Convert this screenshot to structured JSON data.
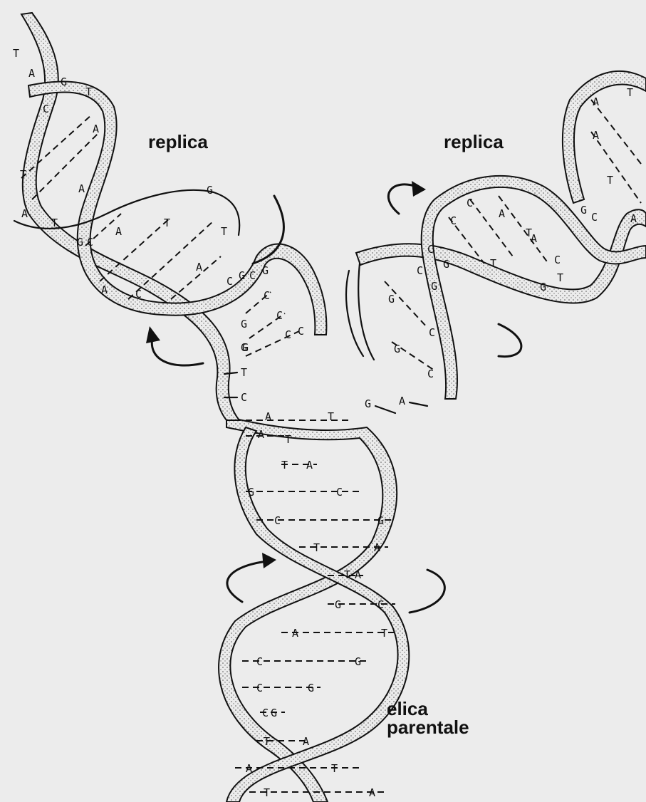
{
  "labels": {
    "replica_left": "replica",
    "replica_right": "replica",
    "parent_line1": "elica",
    "parent_line2": "parentale"
  },
  "bases": {
    "left_top": [
      "T",
      "A",
      "G",
      "C",
      "T",
      "A",
      "T",
      "A",
      "A",
      "T",
      "G",
      "C"
    ],
    "left_mid": [
      "A",
      "T",
      "G",
      "C",
      "A",
      "T",
      "A",
      "C",
      "G",
      "C",
      "G",
      "C"
    ],
    "left_single": [
      "G",
      "C",
      "G",
      "C",
      "G",
      "C",
      "T",
      "C"
    ],
    "right_top": [
      "C",
      "A",
      "A",
      "T",
      "T",
      "A",
      "G",
      "C",
      "A",
      "T"
    ],
    "right_mid": [
      "C",
      "A",
      "T",
      "G",
      "C",
      "T",
      "C",
      "G",
      "C",
      "G"
    ],
    "right_single": [
      "G",
      "C",
      "G",
      "C",
      "G",
      "A"
    ],
    "parent": [
      "A",
      "T",
      "A",
      "T",
      "T",
      "A",
      "G",
      "C",
      "C",
      "G",
      "T",
      "A",
      "T",
      "A",
      "G",
      "C",
      "A",
      "T",
      "C",
      "G",
      "C",
      "G",
      "C",
      "G",
      "T",
      "A",
      "A",
      "T",
      "T",
      "A"
    ]
  }
}
